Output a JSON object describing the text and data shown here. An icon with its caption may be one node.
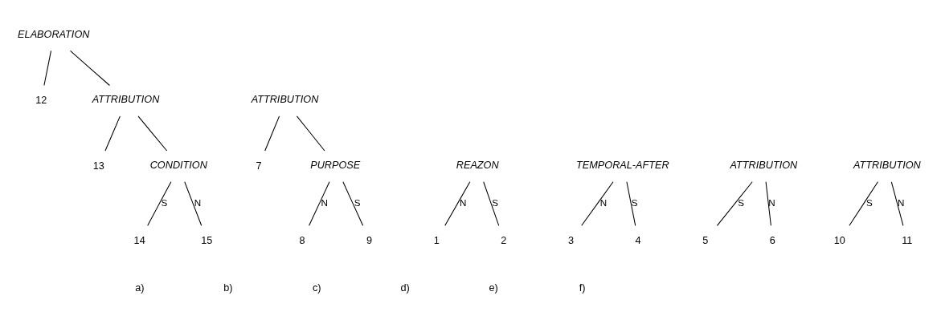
{
  "diagram": {
    "nodes": [
      {
        "text": [
          "ELABORATION"
        ]
      },
      {
        "text": [
          "ATTRIBUTION"
        ]
      },
      {
        "text": [
          "12"
        ]
      },
      {
        "text": [
          "ATTRIBUTION"
        ]
      },
      {
        "text": [
          "REAZON"
        ]
      },
      {
        "text": [
          "TEMPORAL-AFTER"
        ]
      },
      {
        "text": [
          "ATTRIBUTION"
        ]
      },
      {
        "text": [
          "7"
        ]
      },
      {
        "text": [
          "PURPOSE"
        ]
      },
      {
        "text": [
          "ATTRIBUTION"
        ]
      },
      {
        "text": [
          "13"
        ]
      },
      {
        "text": [
          "CONDITION"
        ]
      },
      {
        "text": [
          "1"
        ]
      },
      {
        "text": [
          "2"
        ]
      },
      {
        "text": [
          "3"
        ]
      },
      {
        "text": [
          "4"
        ]
      },
      {
        "text": [
          "5"
        ]
      },
      {
        "text": [
          "6"
        ]
      },
      {
        "text": [
          "8"
        ]
      },
      {
        "text": [
          "9"
        ]
      },
      {
        "text": [
          "10"
        ]
      },
      {
        "text": [
          "11"
        ]
      },
      {
        "text": [
          "14"
        ]
      },
      {
        "text": [
          "15"
        ]
      }
    ],
    "edges": [
      {
        "from": 4,
        "to": 12,
        "arrow": "none",
        "label": "N"
      },
      {
        "from": 4,
        "to": 13,
        "arrow": "none",
        "label": "S"
      },
      {
        "from": 5,
        "to": 14,
        "arrow": "none",
        "label": "N"
      },
      {
        "from": 5,
        "to": 15,
        "arrow": "none",
        "label": "S"
      },
      {
        "from": 6,
        "to": 16,
        "arrow": "none",
        "label": "S"
      },
      {
        "from": 6,
        "to": 17,
        "arrow": "none",
        "label": "N"
      },
      {
        "from": 1,
        "to": 7,
        "arrow": "none"
      },
      {
        "from": 1,
        "to": 8,
        "arrow": "none"
      },
      {
        "from": 8,
        "to": 18,
        "arrow": "none",
        "label": "N"
      },
      {
        "from": 8,
        "to": 19,
        "arrow": "none",
        "label": "S"
      },
      {
        "from": 9,
        "to": 20,
        "arrow": "none",
        "label": "S"
      },
      {
        "from": 9,
        "to": 21,
        "arrow": "none",
        "label": "N"
      },
      {
        "from": 0,
        "to": 2,
        "arrow": "none"
      },
      {
        "from": 0,
        "to": 3,
        "arrow": "none"
      },
      {
        "from": 3,
        "to": 10,
        "arrow": "none"
      },
      {
        "from": 3,
        "to": 11,
        "arrow": "none"
      },
      {
        "from": 11,
        "to": 22,
        "arrow": "none",
        "label": "S"
      },
      {
        "from": 11,
        "to": 23,
        "arrow": "none",
        "label": "N"
      }
    ],
    "labels": [
      "a)",
      "b)",
      "c)",
      "d)",
      "e)",
      "f)"
    ]
  }
}
